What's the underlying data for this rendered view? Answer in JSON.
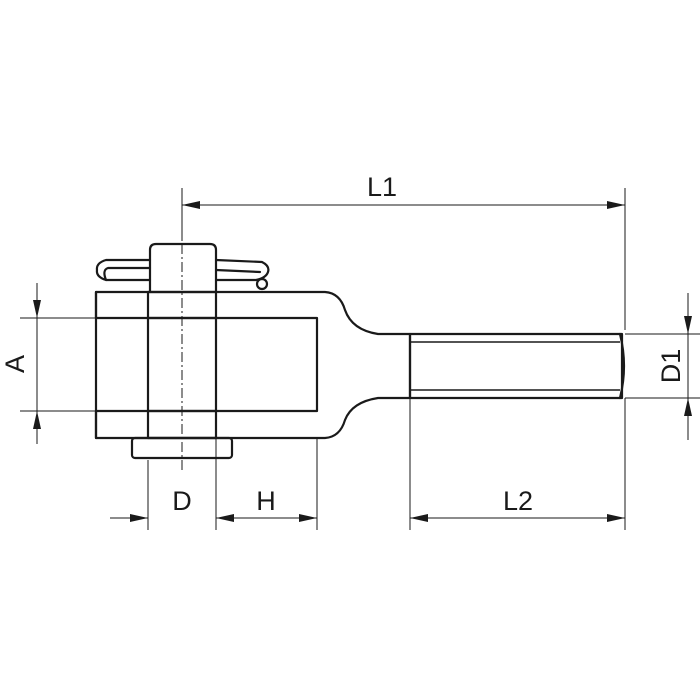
{
  "dimensions": {
    "L1": "L1",
    "L2": "L2",
    "A": "A",
    "D": "D",
    "H": "H",
    "D1": "D1"
  }
}
